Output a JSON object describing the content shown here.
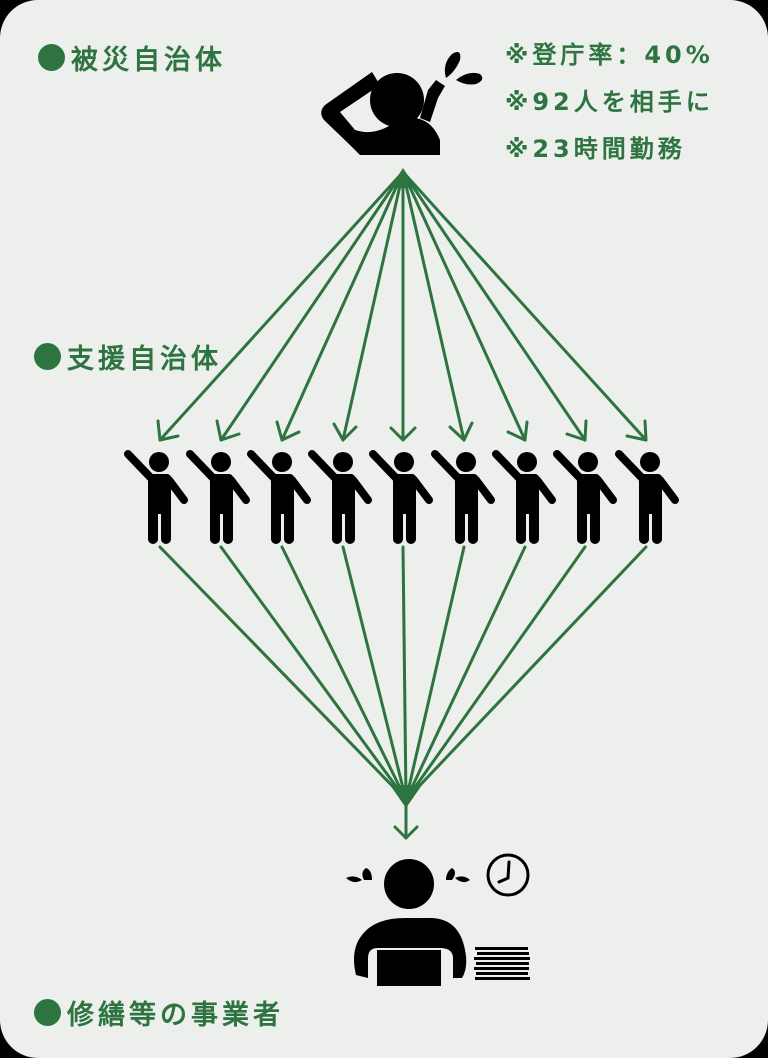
{
  "labels": {
    "affected": "被災自治体",
    "support": "支援自治体",
    "contractors": "修繕等の事業者"
  },
  "notes": [
    "※登庁率：40%",
    "※92人を相手に",
    "※23時間勤務"
  ],
  "colors": {
    "accent": "#2e7440",
    "background": "#edefec",
    "figure": "#000000"
  },
  "diagram": {
    "support_staff_count": 9,
    "icons": {
      "top": "stressed-person-on-phone-icon",
      "middle": "person-raising-hand-icon",
      "bottom": "stressed-person-at-laptop-icon",
      "clock": "clock-icon",
      "documents": "document-stack-icon"
    }
  }
}
